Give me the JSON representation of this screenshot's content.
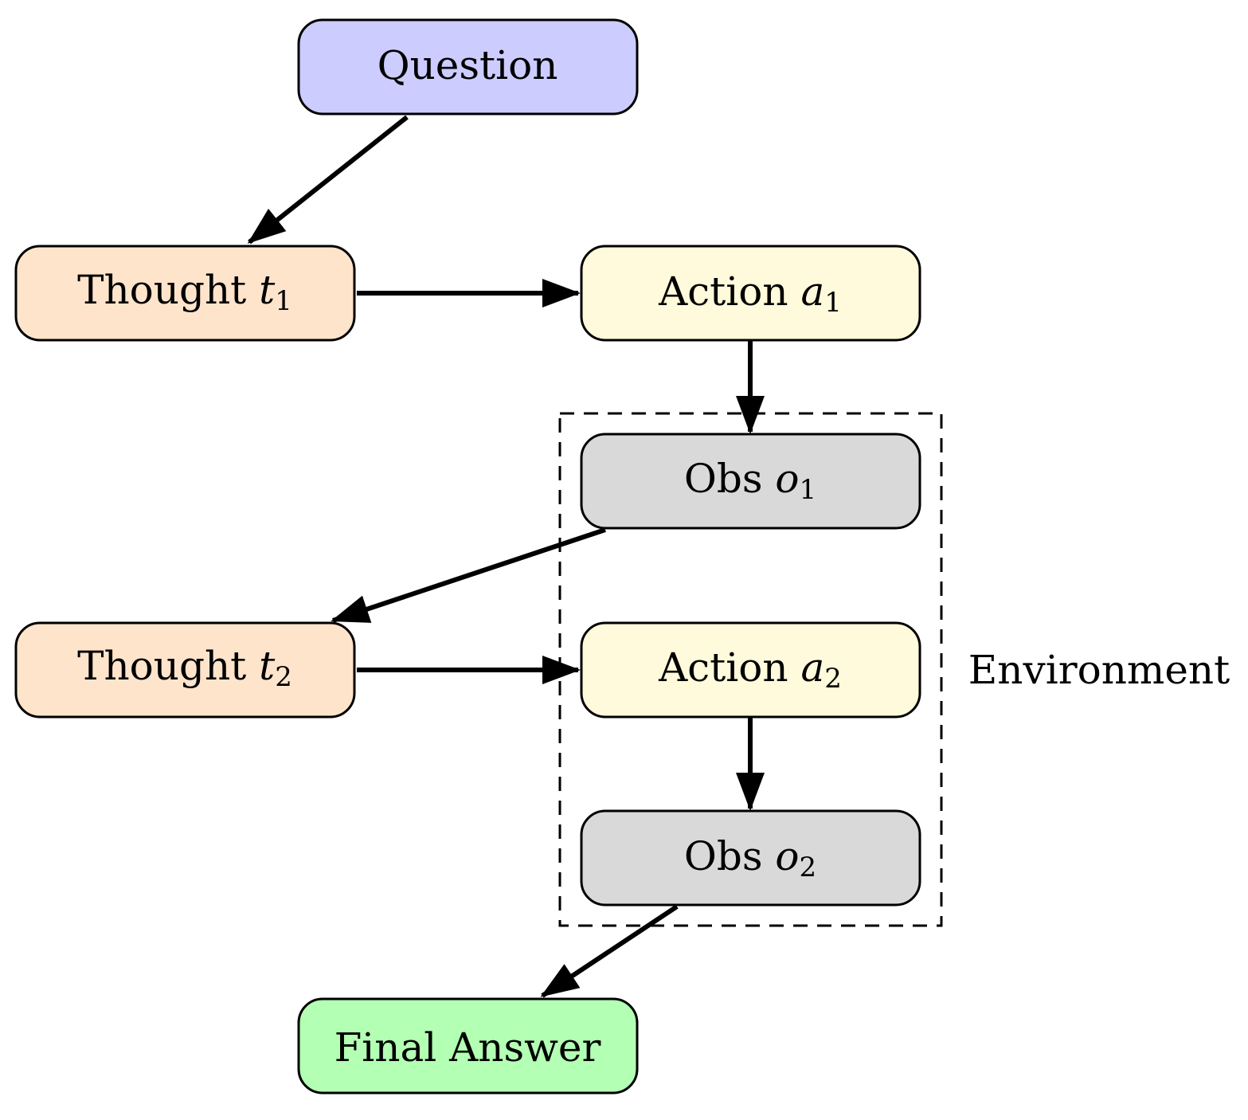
{
  "nodes": {
    "question": {
      "text": "Question",
      "fill": "#ccccff"
    },
    "thought1": {
      "text": "Thought",
      "var": "t",
      "sub": "1",
      "fill": "#ffe4cc"
    },
    "action1": {
      "text": "Action",
      "var": "a",
      "sub": "1",
      "fill": "#fffadb"
    },
    "obs1": {
      "text": "Obs",
      "var": "o",
      "sub": "1",
      "fill": "#d9d9d9"
    },
    "thought2": {
      "text": "Thought",
      "var": "t",
      "sub": "2",
      "fill": "#ffe4cc"
    },
    "action2": {
      "text": "Action",
      "var": "a",
      "sub": "2",
      "fill": "#fffadb"
    },
    "obs2": {
      "text": "Obs",
      "var": "o",
      "sub": "2",
      "fill": "#d9d9d9"
    },
    "final": {
      "text": "Final Answer",
      "fill": "#b3ffb3"
    }
  },
  "environment": {
    "label": "Environment"
  },
  "edges": [
    {
      "from": "question",
      "to": "thought1"
    },
    {
      "from": "thought1",
      "to": "action1"
    },
    {
      "from": "action1",
      "to": "obs1"
    },
    {
      "from": "obs1",
      "to": "thought2"
    },
    {
      "from": "thought2",
      "to": "action2"
    },
    {
      "from": "action2",
      "to": "obs2"
    },
    {
      "from": "obs2",
      "to": "final"
    }
  ]
}
